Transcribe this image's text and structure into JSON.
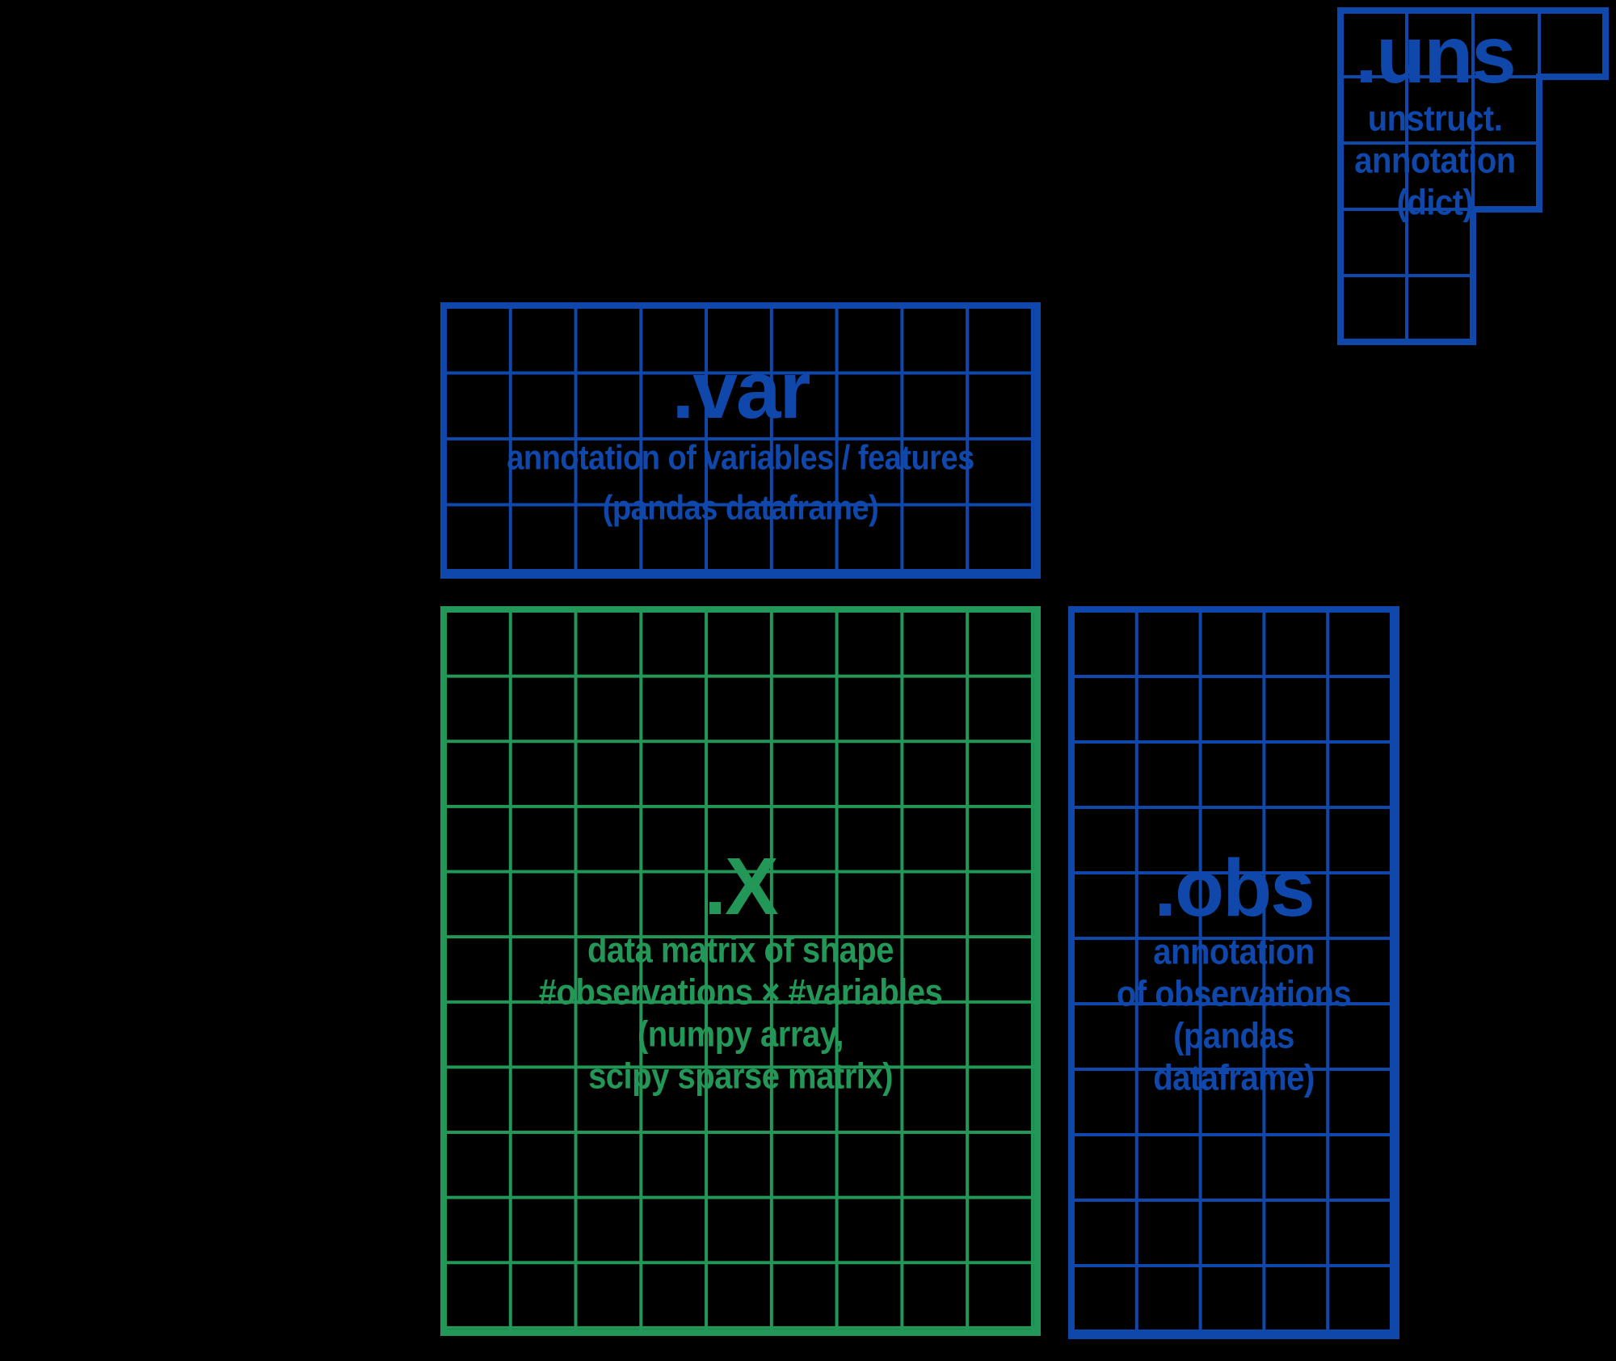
{
  "diagram": "anndata-object-structure",
  "colors": {
    "background": "#000000",
    "blue": "#0f47ab",
    "green": "#229757"
  },
  "blocks": {
    "uns": {
      "label": ".uns",
      "desc_lines": [
        "unstruct.",
        "annotation",
        "(dict)"
      ]
    },
    "var": {
      "label": ".var",
      "desc_lines": [
        "annotation of variables / features",
        "(pandas dataframe)"
      ]
    },
    "x": {
      "label": ".X",
      "desc_lines": [
        "data matrix of shape",
        "#observations × #variables",
        "(numpy array,",
        "scipy sparse matrix)"
      ]
    },
    "obs": {
      "label": ".obs",
      "desc_lines": [
        "annotation",
        "of observations",
        "(pandas",
        "dataframe)"
      ]
    }
  }
}
